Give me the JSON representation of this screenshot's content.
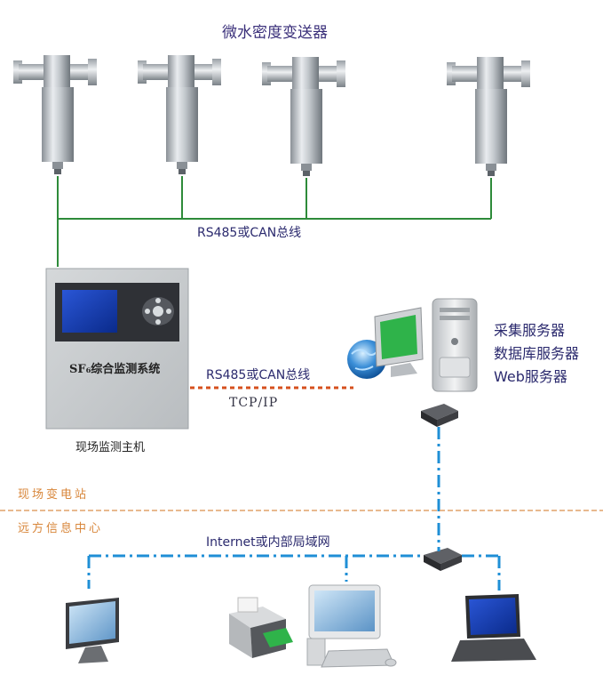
{
  "diagram": {
    "title": "微水密度变送器",
    "bus_top_label": "RS485或CAN总线",
    "host_panel_title": "SF₆综合监测系统",
    "host_label": "现场监测主机",
    "link_label": "RS485或CAN总线",
    "protocol_label": "TCP/IP",
    "server_roles": [
      "采集服务器",
      "数据库服务器",
      "Web服务器"
    ],
    "zone_site": "现场变电站",
    "zone_remote": "远方信息中心",
    "network_label": "Internet或内部局域网"
  },
  "colors": {
    "field_bus": "#2e8b3a",
    "serial_link": "#d6501e",
    "network": "#1f8fd6",
    "zone_divider": "#e0a26a",
    "label_text": "#2b2a6e",
    "zone_text": "#d8863a"
  },
  "icons": {
    "sensors": [
      "transmitter-icon",
      "transmitter-icon",
      "transmitter-icon",
      "transmitter-icon"
    ],
    "host": "monitor-cabinet-icon",
    "server": "server-tower-icon",
    "globe": "globe-icon",
    "switch": "network-switch-icon",
    "clients": [
      "lcd-monitor-icon",
      "printer-icon",
      "desktop-pc-icon",
      "laptop-icon"
    ]
  }
}
